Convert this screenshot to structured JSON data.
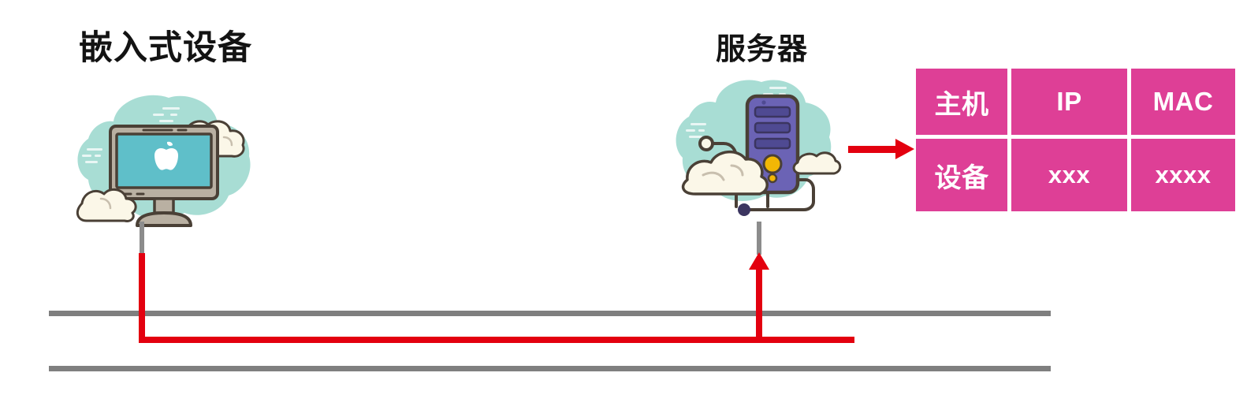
{
  "diagram": {
    "nodes": [
      {
        "id": "embedded-device",
        "label": "嵌入式设备",
        "icon": "imac-monitor-cloud-icon"
      },
      {
        "id": "server",
        "label": "服务器",
        "icon": "server-tower-cloud-icon"
      }
    ],
    "connectors": [
      {
        "id": "device-to-bus",
        "icon": "red-line-down-icon",
        "color": "#e3000f"
      },
      {
        "id": "bus-path",
        "icon": "red-line-horizontal-icon",
        "color": "#e3000f"
      },
      {
        "id": "bus-to-server",
        "icon": "red-arrow-up-icon",
        "color": "#e3000f"
      },
      {
        "id": "server-to-table",
        "icon": "red-arrow-right-icon",
        "color": "#e3000f"
      }
    ],
    "bus_lines": [
      {
        "id": "bus-line-top",
        "color": "#7f7f7f"
      },
      {
        "id": "bus-line-bottom",
        "color": "#7f7f7f"
      }
    ]
  },
  "mapping_table": {
    "accent_color": "#de3f96",
    "text_color": "#ffffff",
    "headers": [
      "主机",
      "IP",
      "MAC"
    ],
    "rows": [
      {
        "host": "设备",
        "ip": "xxx",
        "mac": "xxxx"
      }
    ]
  },
  "palette": {
    "red": "#e3000f",
    "gray_bus": "#7f7f7f",
    "gray_stub": "#8c8c8c",
    "pink": "#de3f96",
    "mint_blob": "#a8ddd4",
    "cloud_fill": "#fbf7e8",
    "outline": "#4a4036",
    "screen_teal": "#5fbfc9",
    "bezel": "#b9b0a2",
    "server_purple": "#6b63b5",
    "server_slot": "#4f4a92",
    "amber": "#f2b705",
    "label_text": "#131313"
  }
}
